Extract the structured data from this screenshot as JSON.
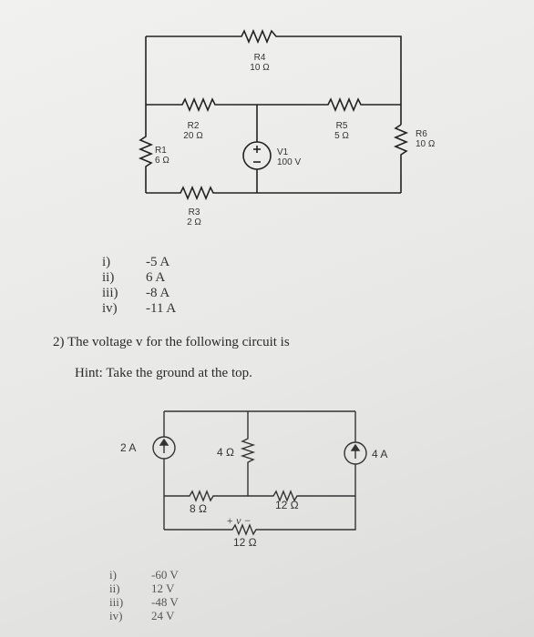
{
  "circuit1": {
    "R4": {
      "name": "R4",
      "value": "10 Ω"
    },
    "R2": {
      "name": "R2",
      "value": "20 Ω"
    },
    "R5": {
      "name": "R5",
      "value": "5 Ω"
    },
    "R6": {
      "name": "R6",
      "value": "10 Ω"
    },
    "R1": {
      "name": "R1",
      "value": "6 Ω"
    },
    "R3": {
      "name": "R3",
      "value": "2 Ω"
    },
    "V1": {
      "name": "V1",
      "value": "100 V"
    }
  },
  "question1_options": [
    {
      "num": "i)",
      "text": "-5 A"
    },
    {
      "num": "ii)",
      "text": "6 A"
    },
    {
      "num": "iii)",
      "text": "-8 A"
    },
    {
      "num": "iv)",
      "text": "-11 A"
    }
  ],
  "question2": {
    "prompt": "2)  The voltage v for the following circuit is",
    "hint": "Hint: Take the ground at the top."
  },
  "circuit2": {
    "src_left": "2 A",
    "res_4": "4 Ω",
    "src_right": "4 A",
    "res_8": "8 Ω",
    "res_12a": "12 Ω",
    "v_label": "+ v −",
    "res_12b": "12 Ω"
  },
  "question2_options": [
    {
      "num": "i)",
      "text": "-60 V"
    },
    {
      "num": "ii)",
      "text": "12 V"
    },
    {
      "num": "iii)",
      "text": "-48 V"
    },
    {
      "num": "iv)",
      "text": "24 V"
    }
  ]
}
